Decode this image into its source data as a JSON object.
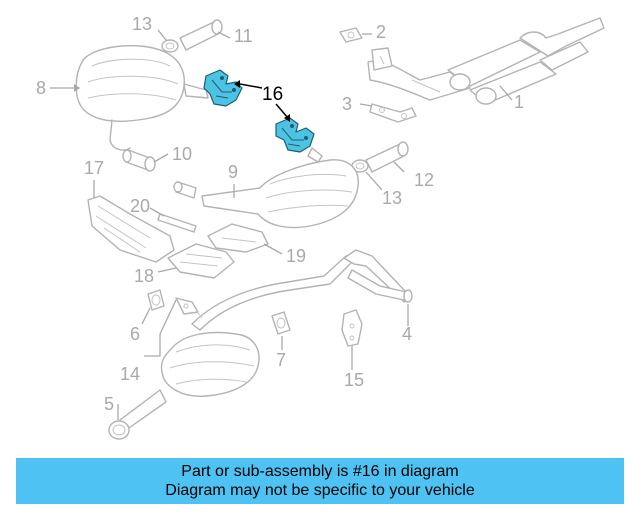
{
  "diagram": {
    "callouts": {
      "c1": "1",
      "c2": "2",
      "c3": "3",
      "c4": "4",
      "c5": "5",
      "c6": "6",
      "c7": "7",
      "c8": "8",
      "c9": "9",
      "c10": "10",
      "c11": "11",
      "c12": "12",
      "c13a": "13",
      "c13b": "13",
      "c14": "14",
      "c15": "15",
      "c16": "16",
      "c17": "17",
      "c18": "18",
      "c19": "19",
      "c20": "20"
    },
    "colors": {
      "highlight": "#4cc3e3",
      "banner": "#4ec2f2",
      "linework": "#b3b3b3"
    }
  },
  "banner": {
    "line1": "Part or sub-assembly is #16 in diagram",
    "line2": "Diagram may not be specific to your vehicle"
  }
}
